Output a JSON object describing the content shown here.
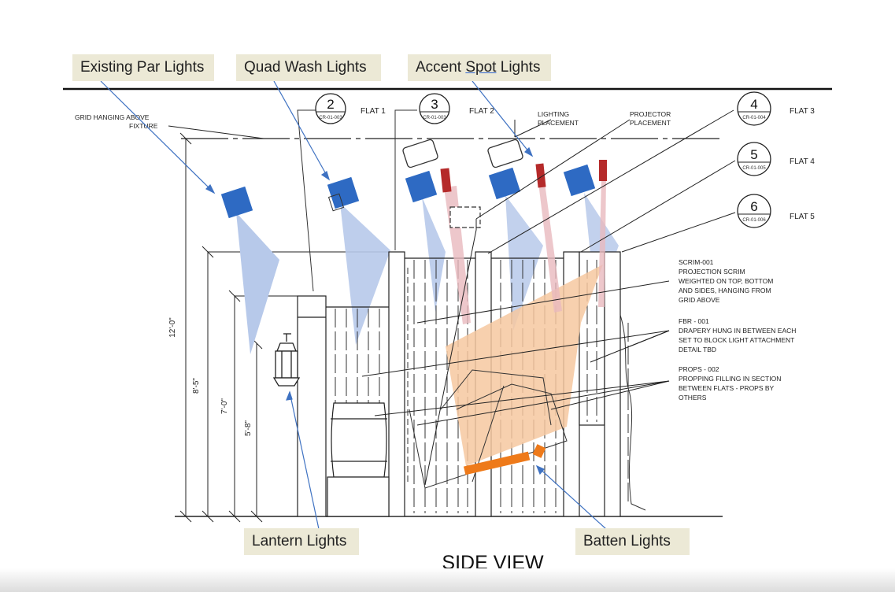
{
  "callouts": {
    "existing_par": "Existing Par Lights",
    "quad_wash": "Quad Wash Lights",
    "accent_spot_a": "Accent",
    "accent_spot_b": "Spot",
    "accent_spot_c": "Lights",
    "lantern": "Lantern Lights",
    "batten": "Batten Lights"
  },
  "title": "SIDE VIEW",
  "grid_note_line1": "GRID HANGING ABOVE",
  "grid_note_line2": "FIXTURE",
  "lighting_placement_line1": "LIGHTING",
  "lighting_placement_line2": "PLACEMENT",
  "projector_placement_line1": "PROJECTOR",
  "projector_placement_line2": "PLACEMENT",
  "flats": [
    {
      "tag": "2",
      "sheet": "CR-01-003",
      "label": "FLAT 1"
    },
    {
      "tag": "3",
      "sheet": "CR-01-003",
      "label": "FLAT 2"
    },
    {
      "tag": "4",
      "sheet": "CR-01-004",
      "label": "FLAT 3"
    },
    {
      "tag": "5",
      "sheet": "CR-01-005",
      "label": "FLAT 4"
    },
    {
      "tag": "6",
      "sheet": "CR-01-006",
      "label": "FLAT 5"
    }
  ],
  "notes": {
    "scrim": [
      "SCRIM-001",
      "PROJECTION SCRIM",
      "WEIGHTED ON TOP, BOTTOM",
      "AND SIDES, HANGING FROM",
      "GRID ABOVE"
    ],
    "drapery": [
      "FBR - 001",
      "DRAPERY HUNG IN BETWEEN EACH",
      "SET TO BLOCK LIGHT ATTACHMENT",
      "DETAIL TBD"
    ],
    "props": [
      "PROPS - 002",
      "PROPPING FILLING IN SECTION",
      "BETWEEN FLATS - PROPS BY",
      "OTHERS"
    ]
  },
  "dimensions": {
    "d1": "12'-0\"",
    "d2": "8'-5\"",
    "d3": "7'-0\"",
    "d4": "5'-8\""
  },
  "colors": {
    "fixture_blue": "#2e6ac3",
    "beam_blue": "#b7c9ea",
    "spot_red": "#b52a2a",
    "beam_red": "#e9b9be",
    "scrim_orange": "#f6c8a0",
    "batten_orange": "#ee7a1a",
    "callout_bg": "#ece9d6",
    "leader_blue": "#3f72c2"
  }
}
